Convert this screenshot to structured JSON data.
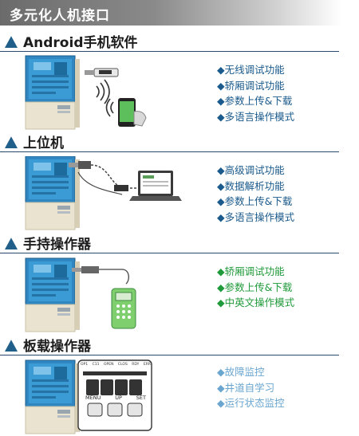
{
  "header": {
    "title": "多元化人机接口"
  },
  "sections": [
    {
      "title": "Android手机软件",
      "color": "#1a5a8c",
      "features": [
        "◆无线调试功能",
        "◆轿厢调试功能",
        "◆参数上传&下载",
        "◆多语言操作模式"
      ]
    },
    {
      "title": "上位机",
      "color": "#1a5a8c",
      "features": [
        "◆高级调试功能",
        "◆数据解析功能",
        "◆参数上传&下载",
        "◆多语言操作模式"
      ]
    },
    {
      "title": "手持操作器",
      "color": "#1f9a3a",
      "features": [
        "◆轿厢调试功能",
        "◆参数上传&下载",
        "◆中英文操作模式"
      ]
    },
    {
      "title": "板载操作器",
      "color": "#6aa6d0",
      "features": [
        "◆故障监控",
        "◆井道自学习",
        "◆运行状态监控"
      ]
    }
  ],
  "onboard_panel": {
    "leds": [
      "OP1",
      "C11",
      "OPEN",
      "CLOS",
      "RDY",
      "ERR"
    ],
    "keys": [
      "MENU",
      "UP",
      "SET"
    ]
  },
  "icons": [
    "triangle-bullet-icon",
    "inverter-device-icon",
    "wifi-signal-icon",
    "smartphone-icon",
    "usb-adapter-icon",
    "laptop-icon",
    "handheld-operator-icon"
  ]
}
